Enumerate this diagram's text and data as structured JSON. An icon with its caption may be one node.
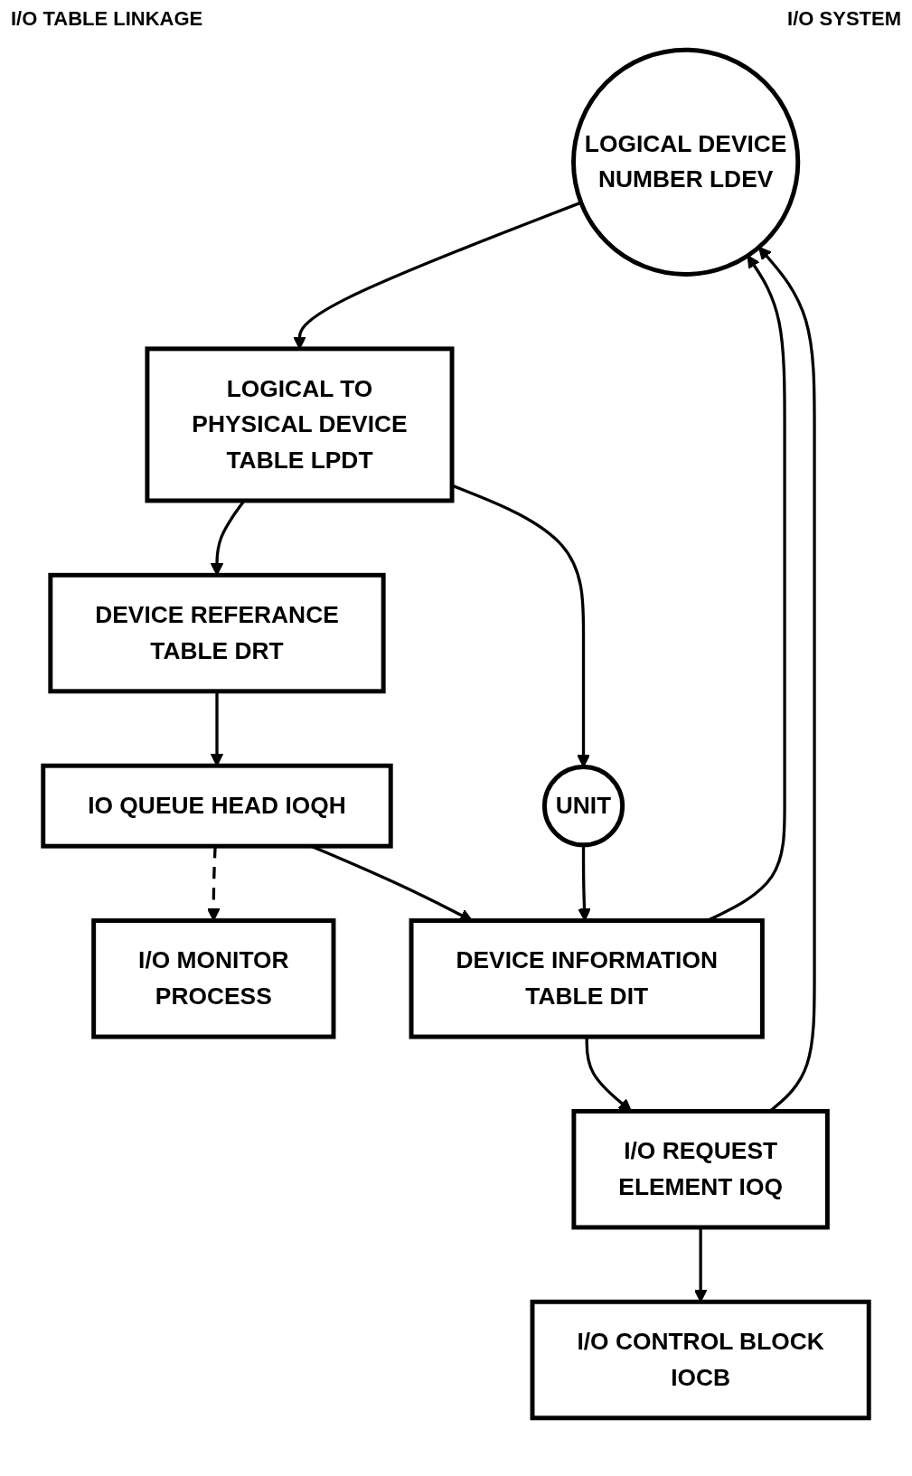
{
  "diagram": {
    "title": "I/O TABLE LINKAGE",
    "nodes": [
      {
        "text": [
          "LOGICAL DEVICE NUMBER LDEV"
        ]
      },
      {
        "text": [
          "LOGICAL TO PHYSICAL DEVICE TABLE LPDT"
        ]
      },
      {
        "text": [
          "DEVICE REFERANCE TABLE DRT"
        ]
      },
      {
        "text": [
          "I/O MONITOR PROCESS"
        ]
      },
      {
        "text": [
          "UNIT"
        ]
      },
      {
        "text": [
          "IO QUEUE HEAD IOQH"
        ]
      },
      {
        "text": [
          "DEVICE INFORMATION TABLE DIT"
        ]
      },
      {
        "text": [
          "I/O REQUEST ELEMENT IOQ"
        ]
      },
      {
        "text": [
          "I/O CONTROL BLOCK IOCB"
        ]
      }
    ],
    "edges": [
      {
        "from": 0,
        "to": 1,
        "arrow": "to"
      },
      {
        "from": 1,
        "to": 4,
        "arrow": "to"
      },
      {
        "from": 1,
        "to": 2,
        "arrow": "to"
      },
      {
        "from": 2,
        "to": 5,
        "arrow": "to"
      },
      {
        "from": 5,
        "to": 3,
        "arrow": "to",
        "style": "dashed"
      },
      {
        "from": 5,
        "to": 6,
        "arrow": "to"
      },
      {
        "from": 4,
        "to": 6,
        "arrow": "to"
      },
      {
        "from": 6,
        "to": 0,
        "arrow": "to"
      },
      {
        "from": 6,
        "to": 7,
        "arrow": "to"
      },
      {
        "from": 7,
        "to": 0,
        "arrow": "to"
      },
      {
        "from": 7,
        "to": 8,
        "arrow": "to"
      }
    ],
    "labels": [
      "I/O SYSTEM"
    ]
  }
}
